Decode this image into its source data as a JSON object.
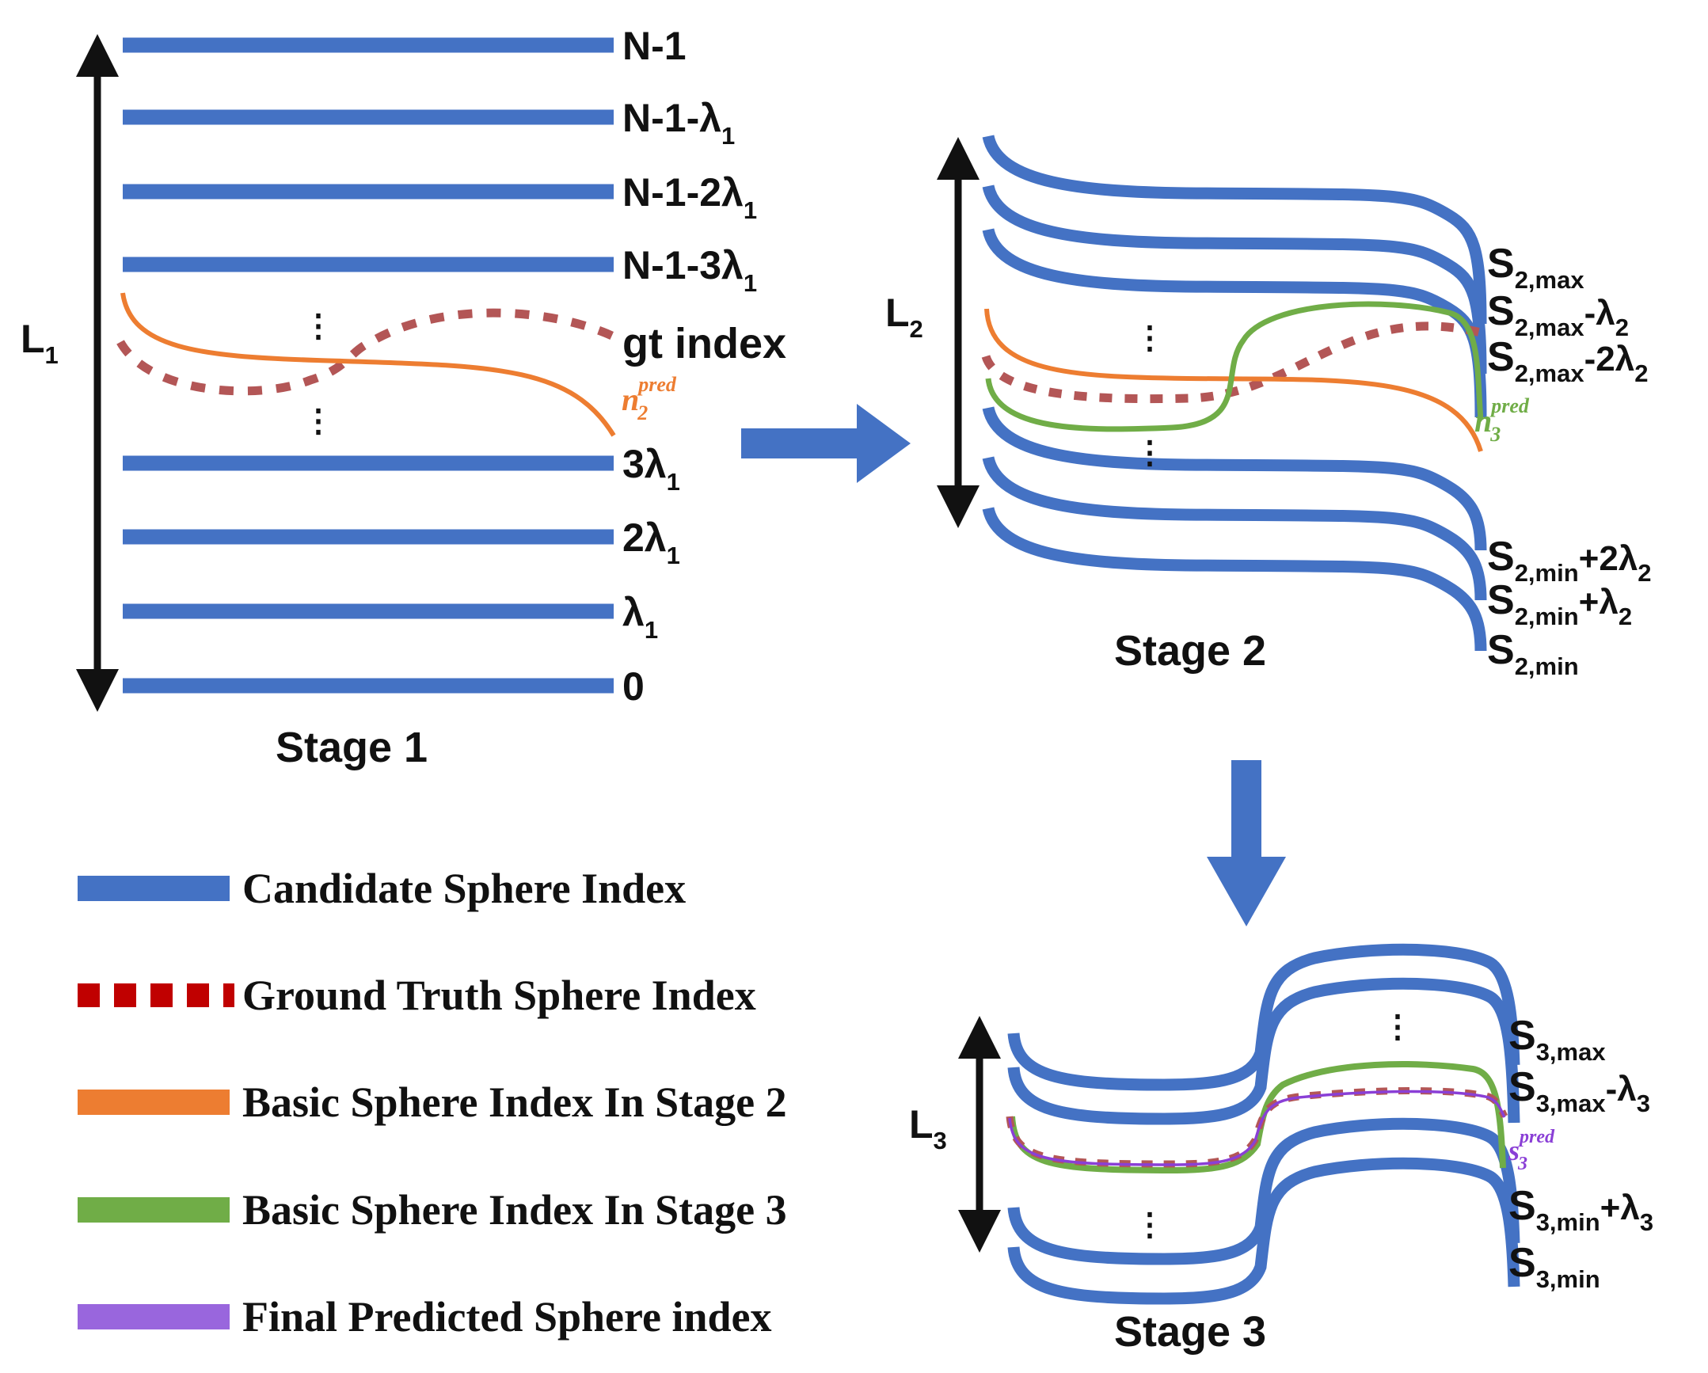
{
  "colors": {
    "candidate": "#4472c4",
    "ground_truth": "#c00000",
    "gt_curve": "#b35656",
    "stage2_basic": "#ed7d31",
    "stage3_basic": "#70ad47",
    "final_pred": "#9966dd",
    "final_line": "#8a3fd6",
    "arrow": "#4472c4",
    "text": "#111111"
  },
  "stage1": {
    "title": "Stage 1",
    "axis": {
      "main": "L",
      "sub": "1"
    },
    "labels": [
      {
        "main": "N-1",
        "sub": ""
      },
      {
        "main": "N-1-λ",
        "sub": "1"
      },
      {
        "main": "N-1-2λ",
        "sub": "1"
      },
      {
        "main": "N-1-3λ",
        "sub": "1"
      },
      {
        "main": "3λ",
        "sub": "1"
      },
      {
        "main": "2λ",
        "sub": "1"
      },
      {
        "main": "λ",
        "sub": "1"
      },
      {
        "main": "0",
        "sub": ""
      }
    ],
    "gt_label": "gt index",
    "pred_label": {
      "base": "n",
      "sub": "2",
      "sup": "pred"
    }
  },
  "stage2": {
    "title": "Stage 2",
    "axis": {
      "main": "L",
      "sub": "2"
    },
    "labels": [
      {
        "main": "S",
        "sub": "2,max",
        "tail": ""
      },
      {
        "main": "S",
        "sub": "2,max",
        "tail": "-λ",
        "tail_sub": "2"
      },
      {
        "main": "S",
        "sub": "2,max",
        "tail": "-2λ",
        "tail_sub": "2"
      },
      {
        "main": "S",
        "sub": "2,min",
        "tail": "+2λ",
        "tail_sub": "2"
      },
      {
        "main": "S",
        "sub": "2,min",
        "tail": "+λ",
        "tail_sub": "2"
      },
      {
        "main": "S",
        "sub": "2,min",
        "tail": ""
      }
    ],
    "pred_label": {
      "base": "n",
      "sub": "3",
      "sup": "pred"
    }
  },
  "stage3": {
    "title": "Stage 3",
    "axis": {
      "main": "L",
      "sub": "3"
    },
    "labels": [
      {
        "main": "S",
        "sub": "3,max",
        "tail": ""
      },
      {
        "main": "S",
        "sub": "3,max",
        "tail": "-λ",
        "tail_sub": "3"
      },
      {
        "main": "S",
        "sub": "3,min",
        "tail": "+λ",
        "tail_sub": "3"
      },
      {
        "main": "S",
        "sub": "3,min",
        "tail": ""
      }
    ],
    "pred_label": {
      "base": "s",
      "sub": "3",
      "sup": "pred"
    }
  },
  "legend": [
    {
      "label": "Candidate Sphere Index",
      "style": "solid",
      "color_key": "candidate"
    },
    {
      "label": "Ground Truth Sphere Index",
      "style": "dashed",
      "color_key": "ground_truth"
    },
    {
      "label": "Basic Sphere Index In Stage 2",
      "style": "solid",
      "color_key": "stage2_basic"
    },
    {
      "label": "Basic Sphere Index In Stage 3",
      "style": "solid",
      "color_key": "stage3_basic"
    },
    {
      "label": "Final Predicted Sphere index",
      "style": "solid",
      "color_key": "final_pred"
    }
  ]
}
